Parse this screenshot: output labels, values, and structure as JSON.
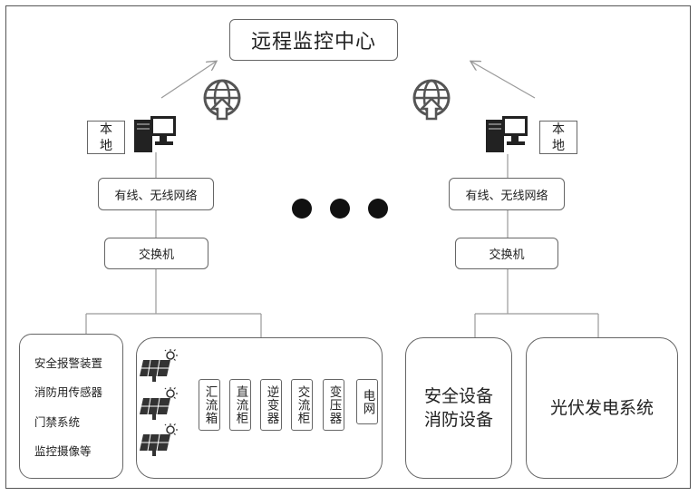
{
  "title": "远程监控中心",
  "left": {
    "local_label": "本\n地",
    "network_label": "有线、无线网络",
    "switch_label": "交换机",
    "devices": [
      "安全报警装置",
      "消防用传感器",
      "门禁系统",
      "监控摄像等"
    ],
    "chain": [
      "汇流箱",
      "直流柜",
      "逆变器",
      "交流柜",
      "变压器",
      "电网"
    ]
  },
  "right": {
    "local_label": "本\n地",
    "network_label": "有线、无线网络",
    "switch_label": "交换机",
    "safety_label": "安全设备\n消防设备",
    "pv_label": "光伏发电系统"
  },
  "colors": {
    "line": "#999999",
    "border": "#666666",
    "dot": "#111111"
  }
}
